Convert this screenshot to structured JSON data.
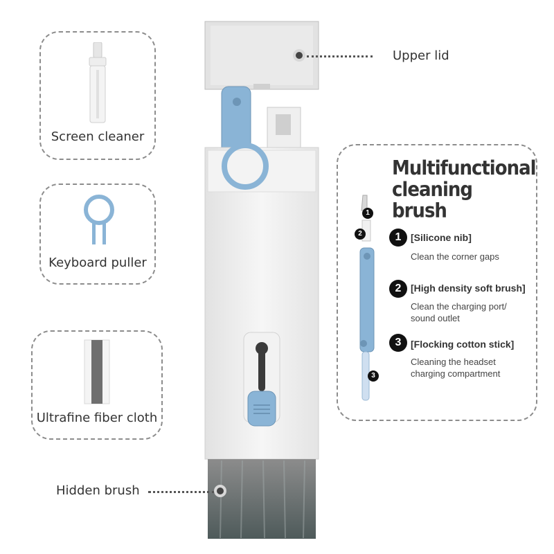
{
  "items": {
    "screen_cleaner": "Screen cleaner",
    "keyboard_puller": "Keyboard puller",
    "fiber_cloth": "Ultrafine fiber cloth"
  },
  "callouts": {
    "upper_lid": "Upper lid",
    "hidden_brush": "Hidden brush"
  },
  "brush_info": {
    "title_line1": "Multifunctional",
    "title_line2": "cleaning brush",
    "features": [
      {
        "num": "1",
        "name": "[Silicone nib]",
        "desc": "Clean the corner gaps"
      },
      {
        "num": "2",
        "name": "[High density soft brush]",
        "desc": "Clean the charging port/ sound outlet"
      },
      {
        "num": "3",
        "name": "[Flocking cotton stick]",
        "desc": "Cleaning the headset charging compartment"
      }
    ]
  },
  "colors": {
    "accent_blue": "#8ab4d6",
    "body_gray": "#ececec",
    "dark_gray": "#5a5a5a"
  }
}
